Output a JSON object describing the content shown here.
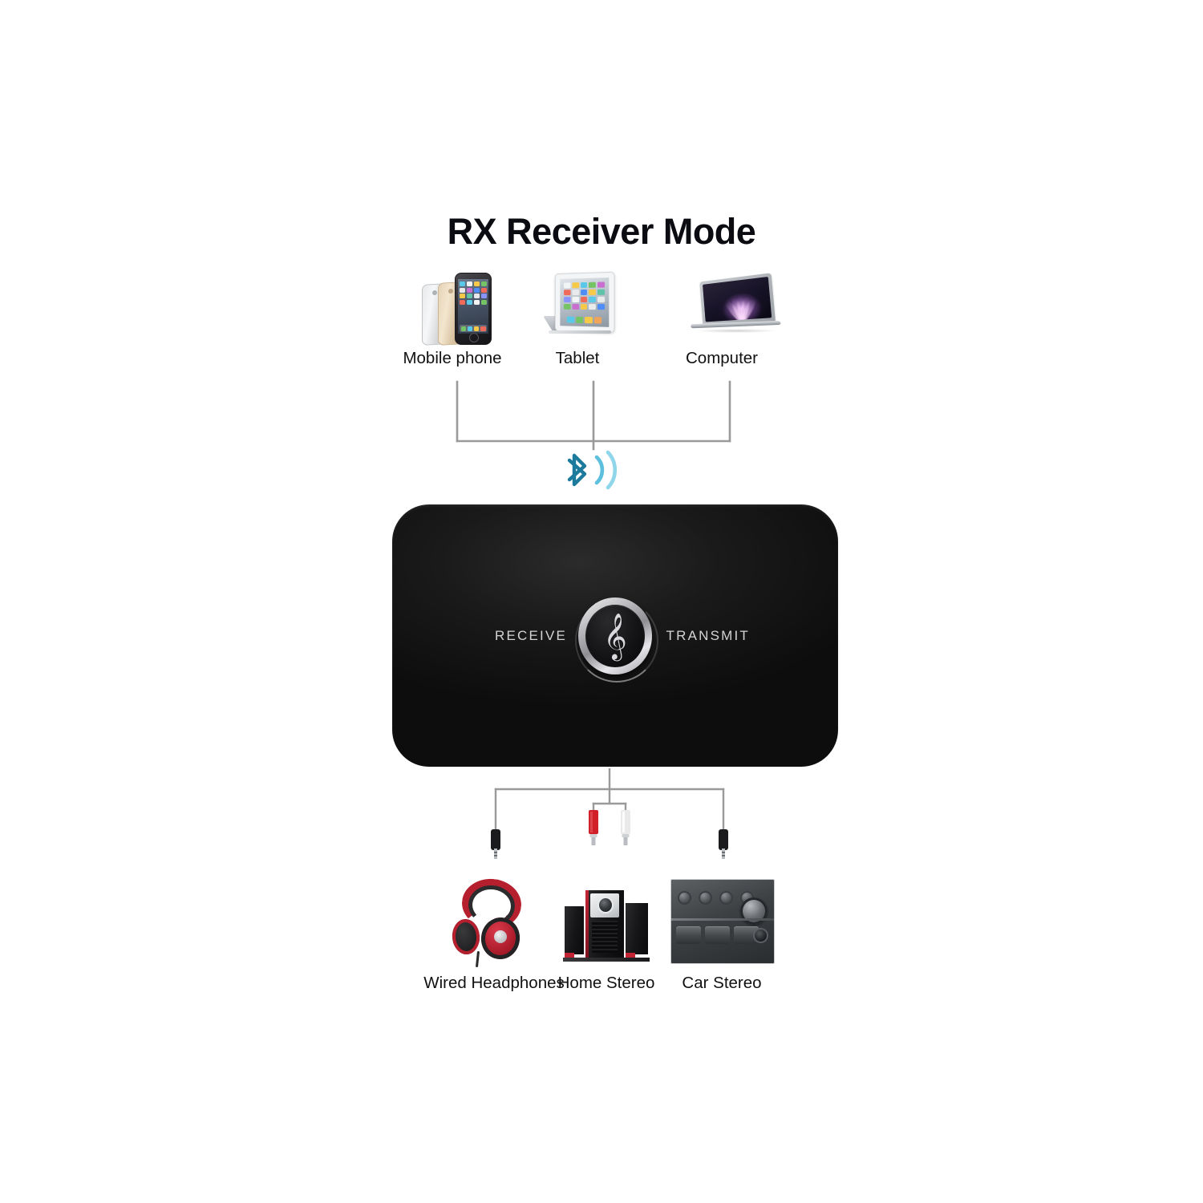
{
  "page": {
    "title": "RX Receiver Mode",
    "background": "#ffffff"
  },
  "sources": {
    "section_name": "input-sources",
    "items": [
      {
        "id": "mobile-phone",
        "label": "Mobile phone",
        "icon": "smartphone-icon"
      },
      {
        "id": "tablet",
        "label": "Tablet",
        "icon": "tablet-icon"
      },
      {
        "id": "computer",
        "label": "Computer",
        "icon": "laptop-icon"
      }
    ]
  },
  "wireless": {
    "icon": "bluetooth-wireless-icon",
    "glyph": "ᛦ",
    "color_mark": "#1c7a9c",
    "color_waves": "#5fc4e0"
  },
  "device": {
    "name": "bluetooth-receiver-transmitter",
    "left_label": "RECEIVE",
    "right_label": "TRANSMIT",
    "button_icon": "music-note-icon",
    "button_glyph": "𝄞",
    "body_color": "#0c0c0c",
    "label_color": "#d4d4d6",
    "ring_color": "#c8c8cc"
  },
  "cables": {
    "name": "audio-cable-harness",
    "connectors": [
      {
        "id": "aux-jack-left",
        "type": "3.5mm-jack",
        "color": "#1b1b1d"
      },
      {
        "id": "rca-red",
        "type": "rca-plug",
        "color": "#d12027"
      },
      {
        "id": "rca-white",
        "type": "rca-plug",
        "color": "#e9e9ea"
      },
      {
        "id": "aux-jack-right",
        "type": "3.5mm-jack",
        "color": "#1b1b1d"
      }
    ],
    "line_color": "#9a9a9a"
  },
  "outputs": {
    "section_name": "output-devices",
    "items": [
      {
        "id": "wired-headphones",
        "label": "Wired Headphones",
        "icon": "headphones-icon"
      },
      {
        "id": "home-stereo",
        "label": "Home Stereo",
        "icon": "speaker-system-icon"
      },
      {
        "id": "car-stereo",
        "label": "Car Stereo",
        "icon": "car-dashboard-icon"
      }
    ]
  },
  "bracket": {
    "name": "connection-bracket",
    "color": "#9a9a9a"
  }
}
